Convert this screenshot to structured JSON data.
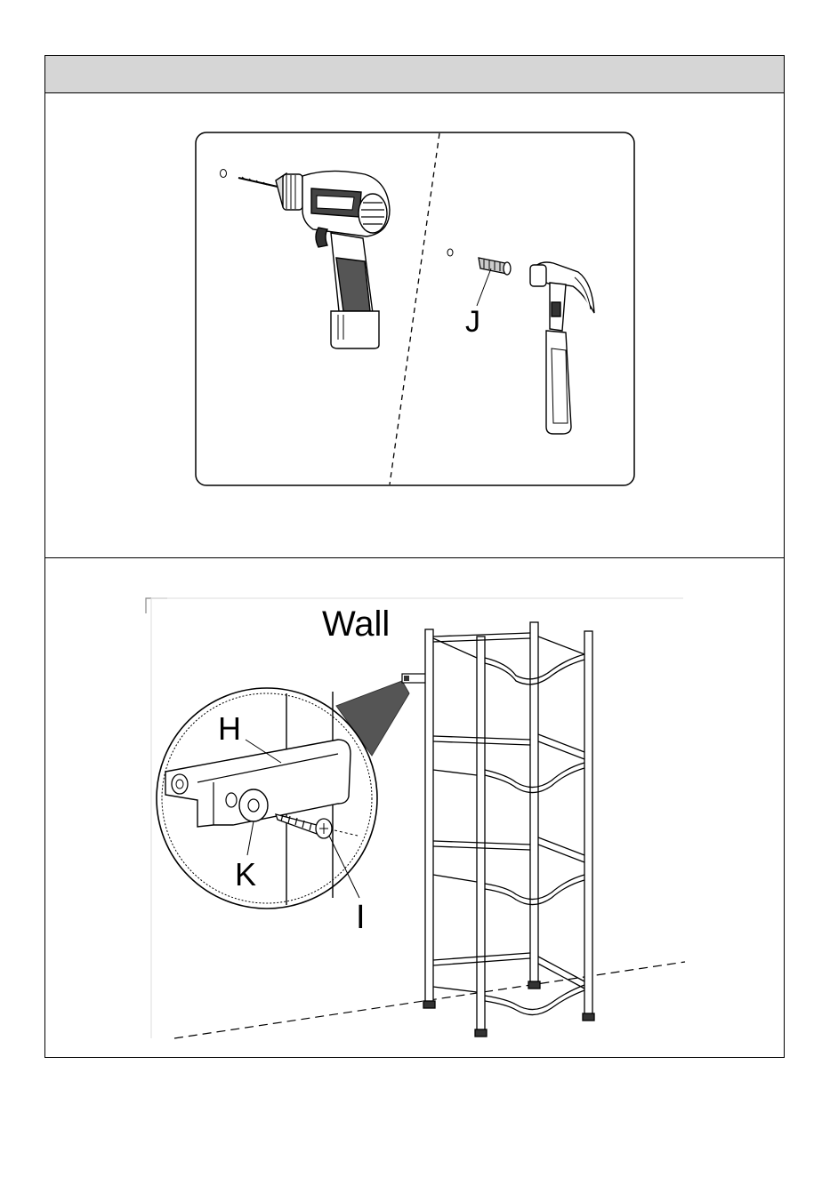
{
  "header": {
    "title": ""
  },
  "step1": {
    "part_label": "J",
    "tools": [
      "drill-icon",
      "wall-anchor-icon",
      "hammer-icon"
    ]
  },
  "step2": {
    "wall_label": "Wall",
    "callouts": {
      "strap": "H",
      "washer": "K",
      "screw": "I"
    }
  },
  "colors": {
    "line": "#000000",
    "header_bg": "#d6d6d6",
    "dark_gray": "#555555"
  }
}
